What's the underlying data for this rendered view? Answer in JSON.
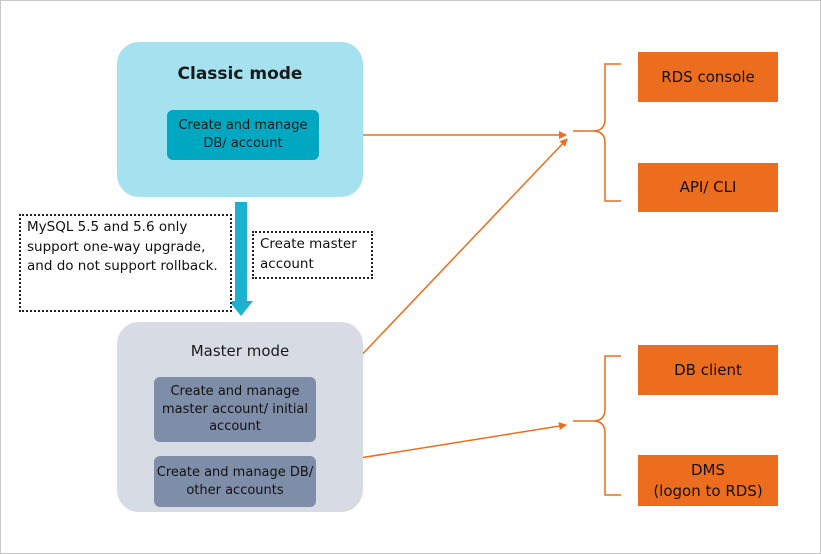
{
  "classic_mode": {
    "title": "Classic mode",
    "box_label": "Create and manage DB/ account"
  },
  "master_mode": {
    "title": "Master mode",
    "box1_label": "Create and manage master account/ initial account",
    "box2_label": "Create and manage DB/ other accounts"
  },
  "notes": {
    "upgrade": "MySQL 5.5 and 5.6 only support one-way upgrade, and do not support rollback.",
    "create_master": "Create master account"
  },
  "targets": {
    "rds_console": "RDS console",
    "api_cli": "API/ CLI",
    "db_client": "DB client",
    "dms_line1": "DMS",
    "dms_line2": "(logon to RDS)"
  },
  "colors": {
    "classic_panel": "#a6e1ef",
    "teal_box": "#00a7c1",
    "master_panel": "#d6dbe4",
    "slate_box": "#7f8ea8",
    "orange": "#ec6d1d",
    "arrow": "#1cb2cf"
  }
}
